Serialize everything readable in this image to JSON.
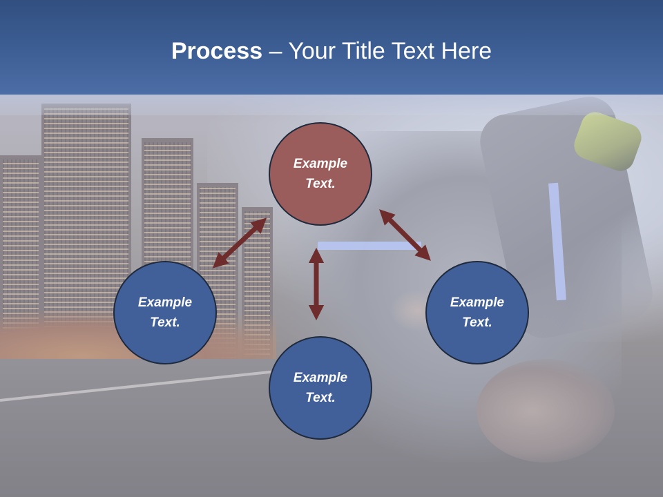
{
  "slide": {
    "title_bold": "Process",
    "title_rest": " – Your Title Text Here"
  },
  "diagram": {
    "nodes": [
      {
        "id": "top",
        "label": "Example\nText.",
        "color": "#9b5d5b"
      },
      {
        "id": "left",
        "label": "Example\nText.",
        "color": "#41609a"
      },
      {
        "id": "right",
        "label": "Example\nText.",
        "color": "#41609a"
      },
      {
        "id": "bottom",
        "label": "Example\nText.",
        "color": "#41609a"
      }
    ],
    "arrow_color": "#6e2c2c",
    "title_bar_color": "#3d5f95"
  }
}
